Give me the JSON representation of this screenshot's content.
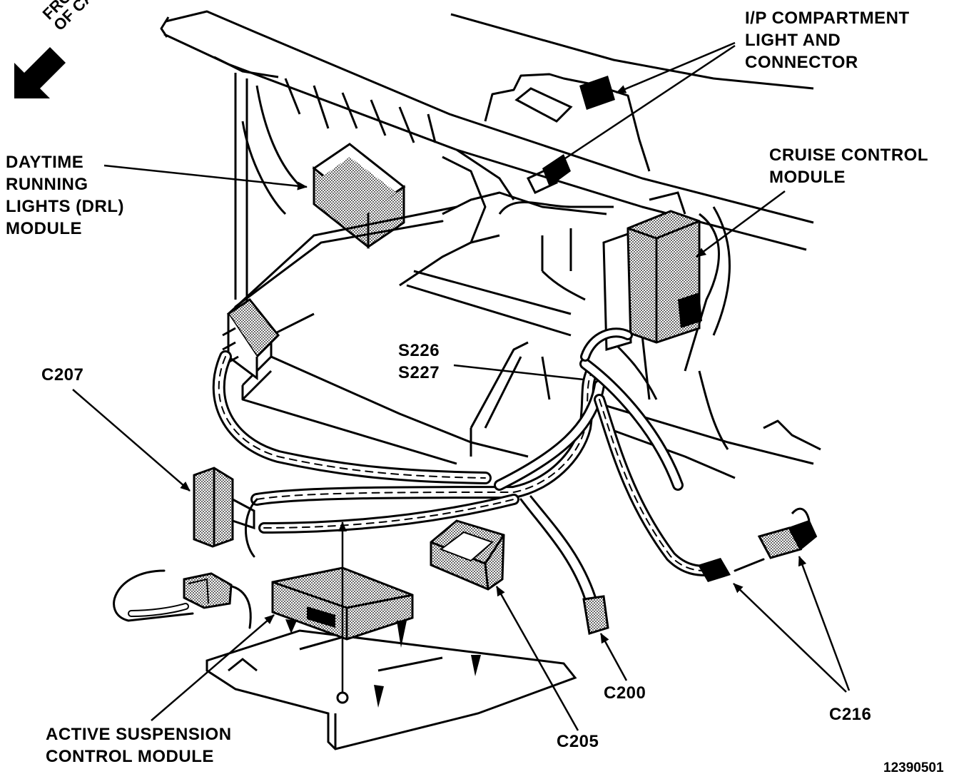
{
  "compass": {
    "line1": "FRONT",
    "line2": "OF CAR",
    "icon": "arrow-down-left-icon"
  },
  "labels": {
    "ip_compartment": {
      "line1": "I/P COMPARTMENT",
      "line2": "LIGHT AND",
      "line3": "CONNECTOR"
    },
    "cruise": {
      "line1": "CRUISE CONTROL",
      "line2": "MODULE"
    },
    "drl": {
      "line1": "DAYTIME",
      "line2": "RUNNING",
      "line3": "LIGHTS (DRL)",
      "line4": "MODULE"
    },
    "splice": {
      "line1": "S226",
      "line2": "S227"
    },
    "c207": "C207",
    "c200": "C200",
    "c205": "C205",
    "c216": "C216",
    "active_suspension": {
      "line1": "ACTIVE SUSPENSION",
      "line2": "CONTROL MODULE"
    }
  },
  "figure_number": "12390501",
  "colors": {
    "ink": "#000000",
    "paper": "#ffffff",
    "shade": "#bdbdbd"
  }
}
